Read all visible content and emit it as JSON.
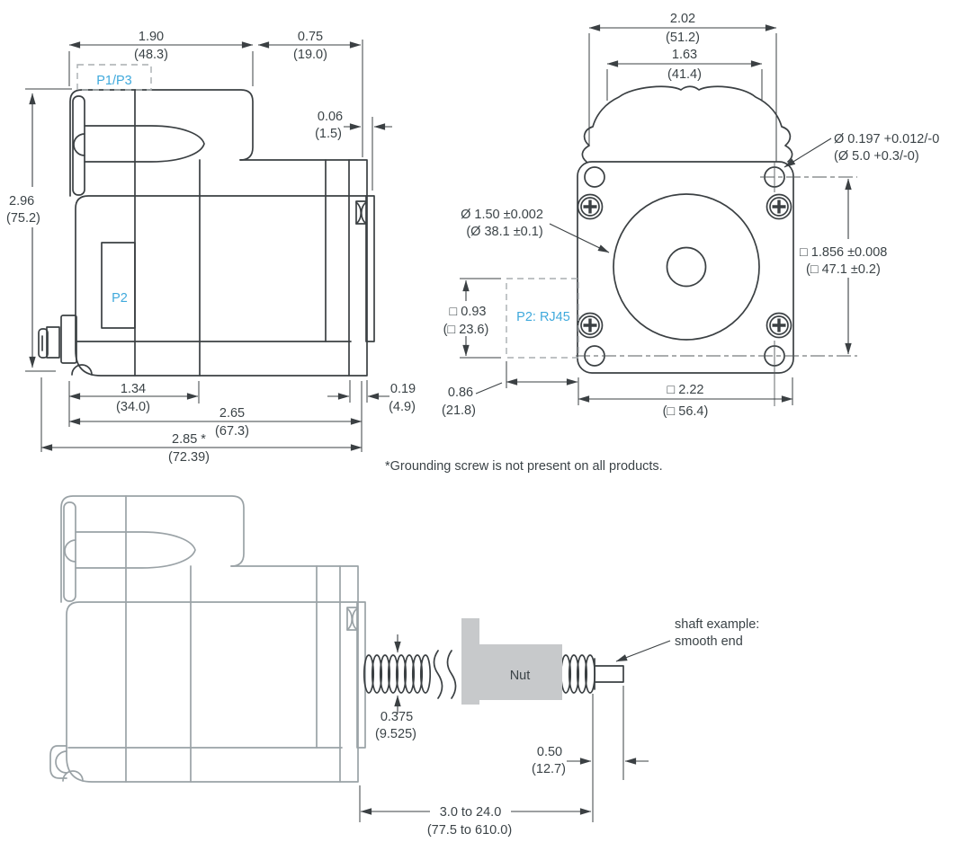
{
  "side_view": {
    "port_top_label": "P1/P3",
    "port_side_label": "P2",
    "dims": {
      "housing_width": {
        "in": "1.90",
        "mm": "(48.3)"
      },
      "motor_length": {
        "in": "0.75",
        "mm": "(19.0)"
      },
      "gap": {
        "in": "0.06",
        "mm": "(1.5)"
      },
      "height": {
        "in": "2.96",
        "mm": "(75.2)"
      },
      "front_section": {
        "in": "1.34",
        "mm": "(34.0)"
      },
      "body_length": {
        "in": "2.65",
        "mm": "(67.3)"
      },
      "overall_length": {
        "in": "2.85 *",
        "mm": "(72.39)"
      },
      "end_cap": {
        "in": "0.19",
        "mm": "(4.9)"
      }
    }
  },
  "front_view": {
    "port_label": "P2: RJ45",
    "dims": {
      "housing_width": {
        "in": "2.02",
        "mm": "(51.2)"
      },
      "housing_inner_width": {
        "in": "1.63",
        "mm": "(41.4)"
      },
      "mounting_hole": {
        "in": "Ø 0.197 +0.012/-0",
        "mm": "(Ø 5.0 +0.3/-0)"
      },
      "pilot_diameter": {
        "in": "Ø 1.50 ±0.002",
        "mm": "(Ø 38.1 ±0.1)"
      },
      "bolt_spacing": {
        "in": "□ 1.856 ±0.008",
        "mm": "(□ 47.1 ±0.2)"
      },
      "connector_square": {
        "in": "□ 0.93",
        "mm": "(□ 23.6)"
      },
      "connector_offset": {
        "in": "0.86",
        "mm": "(21.8)"
      },
      "frame_size": {
        "in": "□ 2.22",
        "mm": "(□ 56.4)"
      }
    }
  },
  "footnote": "*Grounding screw is not present on all products.",
  "screw_view": {
    "nut_label": "Nut",
    "shaft_label_line1": "shaft example:",
    "shaft_label_line2": "smooth end",
    "dims": {
      "screw_diameter": {
        "in": "0.375",
        "mm": "(9.525)"
      },
      "smooth_end_length": {
        "in": "0.50",
        "mm": "(12.7)"
      },
      "screw_length": {
        "in": "3.0 to 24.0",
        "mm": "(77.5 to 610.0)"
      }
    }
  },
  "colors": {
    "line": "#3b4043",
    "gray_line": "#9aa2a6",
    "accent": "#3fa9dc",
    "nut_fill": "#c7c9cb"
  }
}
